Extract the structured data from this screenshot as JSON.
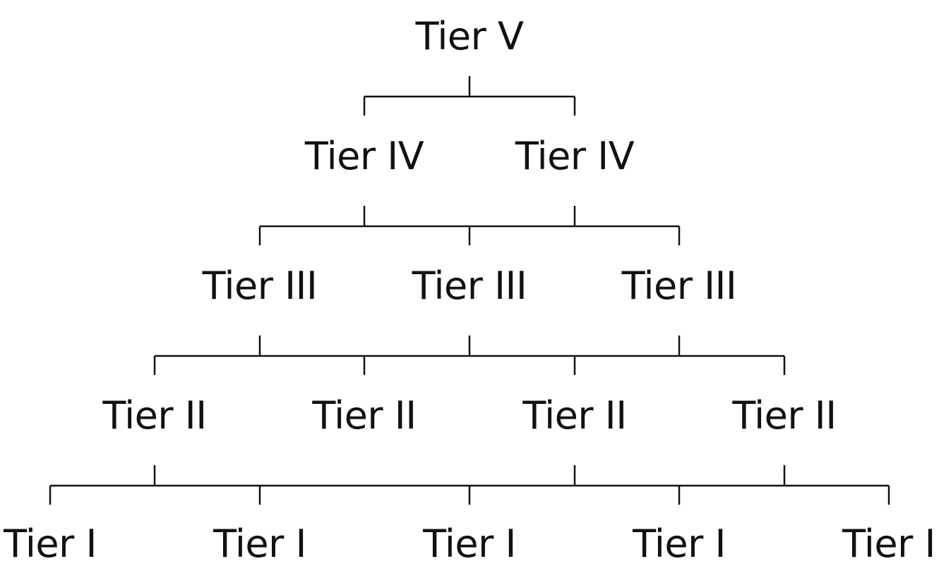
{
  "diagram": {
    "rows": [
      {
        "tier": "V",
        "labels": [
          "Tier V"
        ]
      },
      {
        "tier": "IV",
        "labels": [
          "Tier IV",
          "Tier IV"
        ]
      },
      {
        "tier": "III",
        "labels": [
          "Tier III",
          "Tier III",
          "Tier III"
        ]
      },
      {
        "tier": "II",
        "labels": [
          "Tier II",
          "Tier II",
          "Tier II",
          "Tier II"
        ]
      },
      {
        "tier": "I",
        "labels": [
          "Tier I",
          "Tier I",
          "Tier I",
          "Tier I",
          "Tier I"
        ]
      }
    ],
    "line_color": "#111111",
    "text_color": "#111111"
  }
}
